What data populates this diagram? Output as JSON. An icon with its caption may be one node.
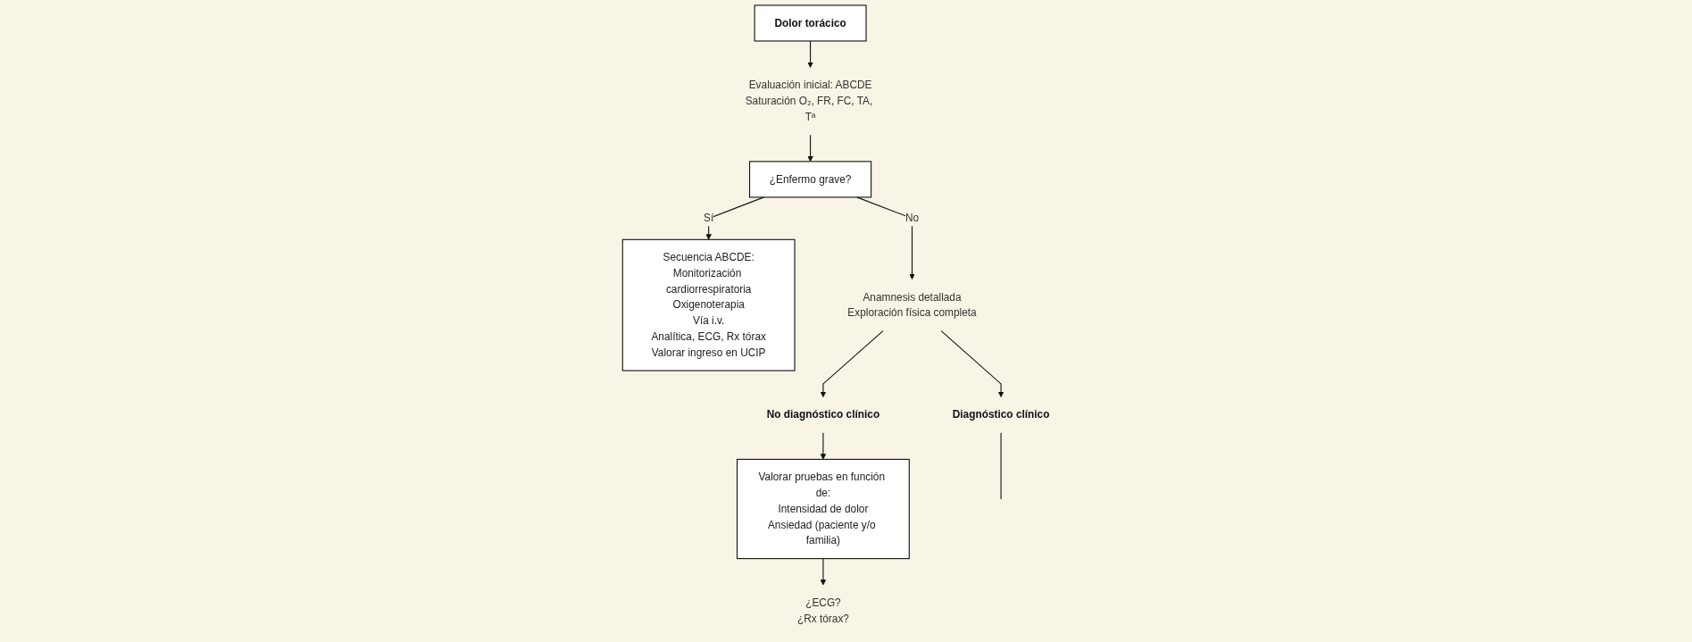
{
  "diagram": {
    "nodes": [
      {
        "text": [
          "Dolor torácico"
        ]
      },
      {
        "text": [
          "Evaluación inicial: ABCDE",
          "Saturación O₂, FR, FC, TA, Tª"
        ]
      },
      {
        "text": [
          "¿Enfermo grave?"
        ]
      },
      {
        "text": [
          "Secuencia ABCDE:",
          "Monitorización cardiorrespiratoria",
          "Oxigenoterapia",
          "Vía i.v.",
          "Analítica, ECG, Rx tórax",
          "Valorar ingreso en UCIP"
        ]
      },
      {
        "text": [
          "Anamnesis detallada",
          "Exploración física completa"
        ]
      },
      {
        "text": [
          "No diagnóstico clínico"
        ]
      },
      {
        "text": [
          "Valorar pruebas en función de:",
          "Intensidad de dolor",
          "Ansiedad (paciente y/o familia)"
        ]
      },
      {
        "text": [
          "¿ECG?",
          "¿Rx tórax?"
        ]
      },
      {
        "text": [
          "Diagnóstico clínico"
        ]
      }
    ],
    "edges": [
      {
        "from": 0,
        "to": 1,
        "arrow": "to"
      },
      {
        "from": 1,
        "to": 2,
        "arrow": "to"
      },
      {
        "from": 2,
        "to": 3,
        "label": "Sí",
        "arrow": "to"
      },
      {
        "from": 2,
        "to": 4,
        "label": "No",
        "arrow": "to"
      },
      {
        "from": 4,
        "to": 5,
        "arrow": "to"
      },
      {
        "from": 5,
        "to": 6,
        "arrow": "to"
      },
      {
        "from": 6,
        "to": 7,
        "arrow": "to"
      },
      {
        "from": 4,
        "to": 8,
        "arrow": "to"
      },
      {
        "from": 8,
        "to": null,
        "arrow": "none"
      }
    ]
  }
}
